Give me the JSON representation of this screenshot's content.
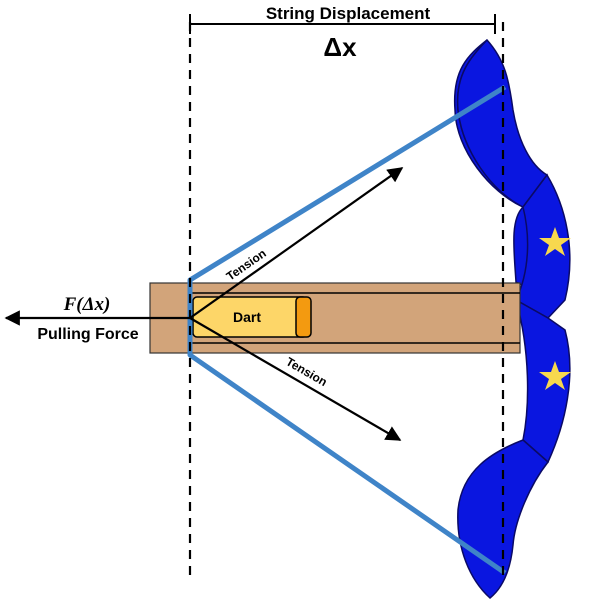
{
  "diagram": {
    "title": "String Displacement",
    "delta_symbol": "Δx",
    "force_label": "F(Δx)",
    "pulling_label": "Pulling Force",
    "dart_label": "Dart",
    "tension_top_label": "Tension",
    "tension_bottom_label": "Tension"
  },
  "colors": {
    "bow_blue": "#0a16e0",
    "bow_edge": "#0a0a66",
    "string_blue": "#3f84c8",
    "stock_tan": "#d2a47a",
    "dart_yellow": "#fdd668",
    "dart_tip": "#f39a10",
    "star_yellow": "#f7d84e",
    "line_black": "#000000"
  }
}
